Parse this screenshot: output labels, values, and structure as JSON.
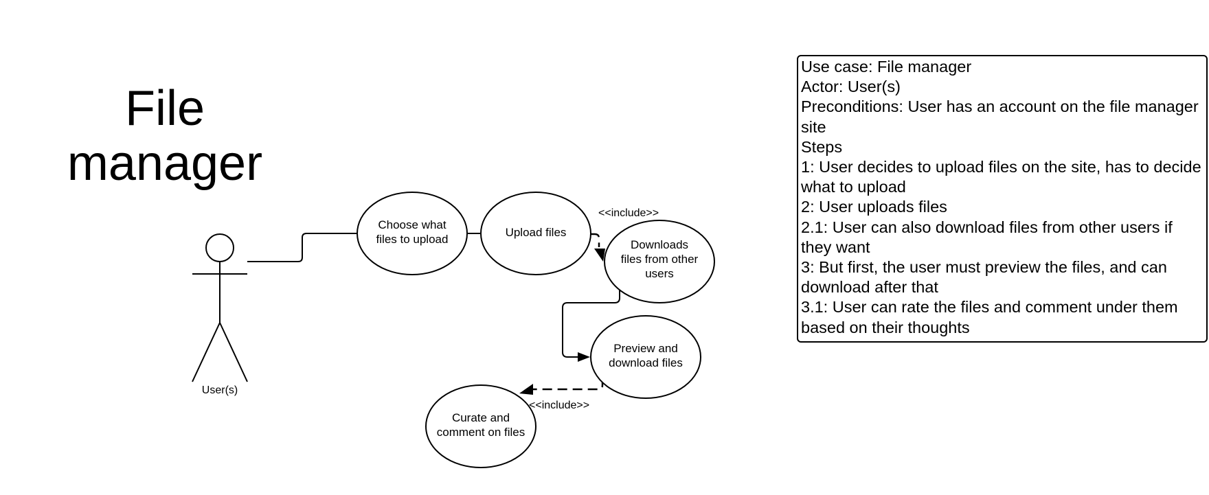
{
  "diagram": {
    "title_lines": [
      "File",
      "manager"
    ],
    "actor": {
      "label": "User(s)"
    },
    "use_cases": {
      "choose": [
        "Choose what",
        "files to upload"
      ],
      "upload": [
        "Upload files"
      ],
      "download": [
        "Downloads",
        "files from other",
        "users"
      ],
      "preview": [
        "Preview and",
        "download files"
      ],
      "curate": [
        "Curate and",
        "comment on files"
      ]
    },
    "relations": {
      "include_top": "<<include>>",
      "include_bottom": "<<include>>"
    }
  },
  "description": {
    "lines": [
      "Use case: File manager",
      "Actor: User(s)",
      "Preconditions: User has an account on the file manager site",
      "Steps",
      "1: User decides to upload files on the site, has to decide what to upload",
      "2: User uploads files",
      "2.1: User can also download files from other users if they want",
      "3: But first, the user must preview the files, and can download after that",
      "3.1: User can rate the files and comment under them based on their thoughts"
    ]
  }
}
